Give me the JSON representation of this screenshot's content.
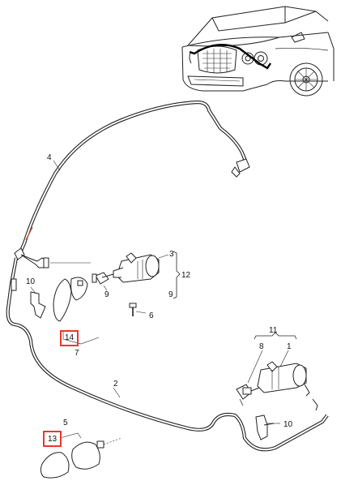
{
  "diagram": {
    "callouts": {
      "c1": "1",
      "c2": "2",
      "c3": "3",
      "c4": "4",
      "c5": "5",
      "c6": "6",
      "c7": "7",
      "c8": "8",
      "c9a": "9",
      "c9b": "9",
      "c10a": "10",
      "c10b": "10",
      "c11": "11",
      "c12": "12",
      "c13": "13",
      "c14": "14"
    },
    "highlight_color": "#e8392c",
    "line_color": "#222222"
  }
}
